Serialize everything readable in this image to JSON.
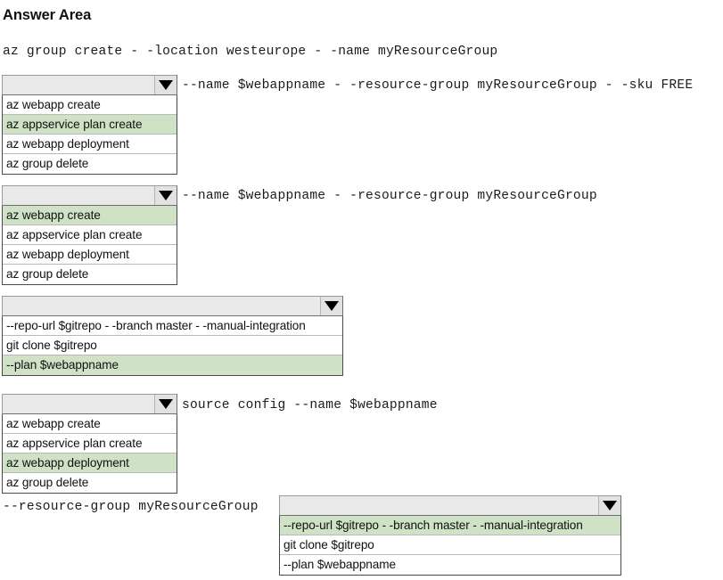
{
  "page": {
    "title": "Answer Area"
  },
  "commands": {
    "line1": "az group create - -location westeurope - -name myResourceGroup",
    "line2": "--name $webappname - -resource-group myResourceGroup - -sku FREE",
    "line3": "--name $webappname - -resource-group myResourceGroup",
    "line4": "source config --name $webappname",
    "line5": "--resource-group myResourceGroup"
  },
  "dropdowns": [
    {
      "id": "dropdown-1",
      "value": "",
      "arrow_icon": "chevron-down-icon",
      "selected_index": 1,
      "options": [
        "az webapp create",
        "az appservice plan create",
        "az webapp deployment",
        "az group delete"
      ]
    },
    {
      "id": "dropdown-2",
      "value": "",
      "arrow_icon": "chevron-down-icon",
      "selected_index": 0,
      "options": [
        "az webapp create",
        "az appservice plan create",
        "az webapp deployment",
        "az group delete"
      ]
    },
    {
      "id": "dropdown-3",
      "value": "",
      "arrow_icon": "chevron-down-icon",
      "selected_index": 2,
      "options": [
        "--repo-url $gitrepo - -branch master - -manual-integration",
        "git clone $gitrepo",
        "--plan $webappname"
      ]
    },
    {
      "id": "dropdown-4",
      "value": "",
      "arrow_icon": "chevron-down-icon",
      "selected_index": 2,
      "options": [
        "az webapp create",
        "az appservice plan create",
        "az webapp deployment",
        "az group delete"
      ]
    },
    {
      "id": "dropdown-5",
      "value": "",
      "arrow_icon": "chevron-down-icon",
      "selected_index": 0,
      "options": [
        "--repo-url $gitrepo - -branch master - -manual-integration",
        "git clone $gitrepo",
        "--plan $webappname"
      ]
    }
  ],
  "colors": {
    "selected_highlight": "#cfe2c5",
    "control_face": "#e9e9e9",
    "list_border": "#4a4a4a",
    "text": "#111111"
  }
}
